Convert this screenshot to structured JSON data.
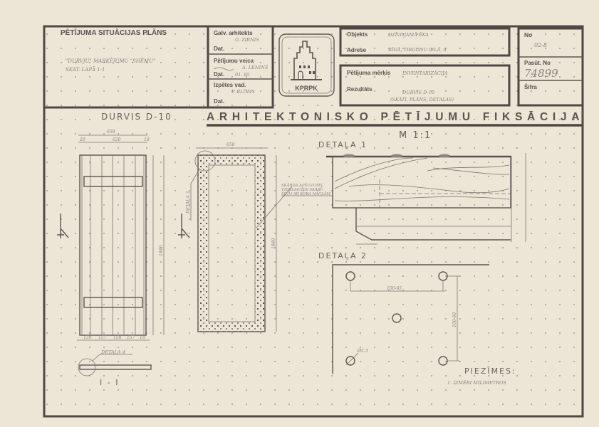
{
  "header": {
    "situation_plan_title": "PĒTĪJUMA SITUĀCIJAS PLĀNS",
    "situation_note_line1": "\"DURVJU\" MARĶĒJUMU \"SHĒMU\"",
    "situation_note_line2": "SKAT. LAPĀ 1-1",
    "chief_architect_label": "Galv. arhitekts",
    "chief_architect_value": "G. ZIRNIS",
    "date_label_1": "Dat.",
    "research_by_label": "Pētījumu veica",
    "research_by_value": "A. LENINŠ",
    "date_label_2": "Dat.",
    "date_value_2": "01. 85",
    "clearing_lead_label": "Izpētes vad.",
    "clearing_lead_value": "P. BLŪMS",
    "date_label_3": "Dat.",
    "logo_text": "KPRPK",
    "object_label": "Objekts",
    "object_value": "DZĪVOJAMĀ ĒKA",
    "address_label": "Adrese",
    "address_value": "RĪGĀ, TIRGOŅU IELĀ, 6",
    "purpose_label": "Pētījuma mērķis",
    "purpose_value": "INVENTARIZĀCIJA",
    "results_label": "Rezultāts",
    "results_value_line1": "DURVIS D-10",
    "results_value_line2": "(SKATI, PLĀNS, DETAĻAS)",
    "number_label": "No",
    "number_value": "02-8",
    "order_label": "Pasūt. No",
    "order_value": "74899",
    "cipher_label": "Šifra"
  },
  "titles": {
    "door_title": "DURVIS D-10",
    "main_title": "ARHITEKTONISKO PĒTĪJUMU FIKSĀCIJA",
    "scale": "M 1:1",
    "detail1": "DETAĻA 1",
    "detail2": "DETAĻA 2",
    "detail3": "DETAĻA 3",
    "detail4": "DETAĻA 4",
    "section": "I - I",
    "notes_title": "PIEZĪMES:",
    "notes_item1": "1. IZMĒRI MILIMETROS",
    "detail1_note_line1": "SKĀRDA APŠUVUMS,",
    "detail1_note_line2": "VIENLAICĪGS SKABĪ-",
    "detail1_note_line3": "ŠIEM AR KOKA NAGLĀM"
  },
  "dimensions": {
    "overall_width": "658",
    "left_margin": "20",
    "inner_width": "620",
    "right_margin": "18",
    "bottom_1": "139",
    "bottom_2": "157",
    "bottom_3": "158",
    "bottom_4": "157",
    "bottom_5": "18",
    "plan_width": "658",
    "plan_height": "1840",
    "door_height": "1840",
    "detail2_h": "100-65",
    "detail2_v": "100-60",
    "detail2_diam": "Ø5-3"
  }
}
